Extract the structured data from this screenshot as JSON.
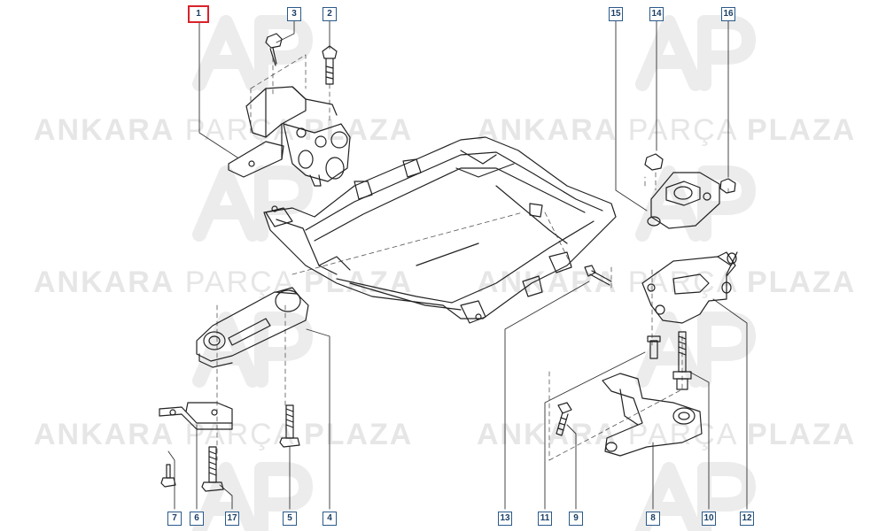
{
  "watermark": {
    "bold_a": "ANKARA",
    "light": "PARÇA",
    "bold_b": "PLAZA",
    "logo": "AP"
  },
  "selected_part": "1",
  "callouts": {
    "c1": "1",
    "c2": "2",
    "c3": "3",
    "c4": "4",
    "c5": "5",
    "c6": "6",
    "c7": "7",
    "c8": "8",
    "c9": "9",
    "c10": "10",
    "c11": "11",
    "c12": "12",
    "c13": "13",
    "c14": "14",
    "c15": "15",
    "c16": "16",
    "c17": "17"
  },
  "colors": {
    "line": "#222222",
    "callout_border": "#2a5a8a",
    "selected_border": "#d9222a",
    "watermark": "#e6e6e6"
  }
}
